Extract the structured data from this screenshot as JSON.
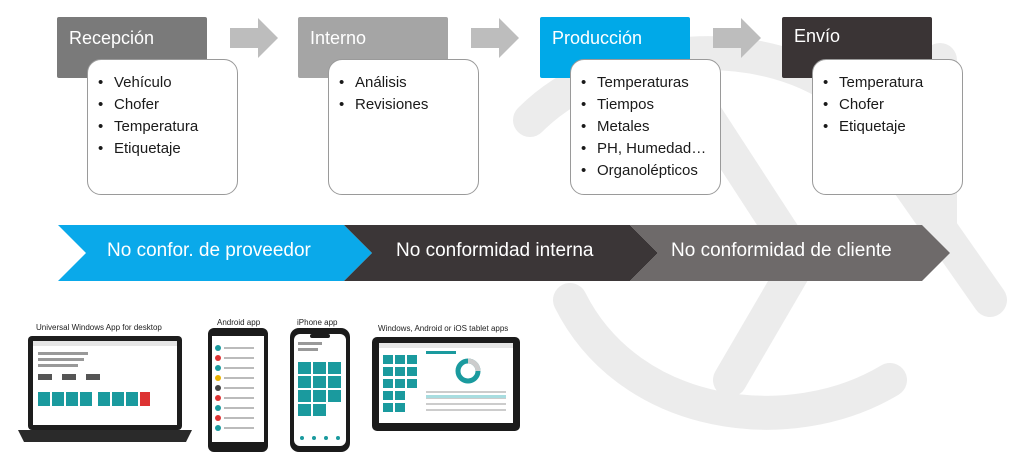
{
  "stages": [
    {
      "title": "Recepción",
      "items": [
        "Vehículo",
        "Chofer",
        "Temperatura",
        "Etiquetaje"
      ],
      "color": "#7a7a7a"
    },
    {
      "title": "Interno",
      "items": [
        "Análisis",
        "Revisiones"
      ],
      "color": "#a5a5a5"
    },
    {
      "title": "Producción",
      "items": [
        "Temperaturas",
        "Tiempos",
        "Metales",
        "PH, Humedad…",
        "Organolépticos"
      ],
      "color": "#00a9e8"
    },
    {
      "title": "Envío",
      "items": [
        "Temperatura",
        "Chofer",
        "Etiquetaje"
      ],
      "color": "#3a3435"
    }
  ],
  "nonconformities": [
    {
      "label": "No confor. de proveedor",
      "color": "#0aa9ea"
    },
    {
      "label": "No conformidad interna",
      "color": "#3b3637"
    },
    {
      "label": "No conformidad de cliente",
      "color": "#6e6a6a"
    }
  ],
  "apps": [
    {
      "label": "Universal Windows App for desktop"
    },
    {
      "label": "Android app"
    },
    {
      "label": "iPhone app"
    },
    {
      "label": "Windows, Android or iOS tablet apps"
    }
  ],
  "colors": {
    "arrow_gray": "#bdbdbd",
    "teal": "#1a9a9e"
  }
}
